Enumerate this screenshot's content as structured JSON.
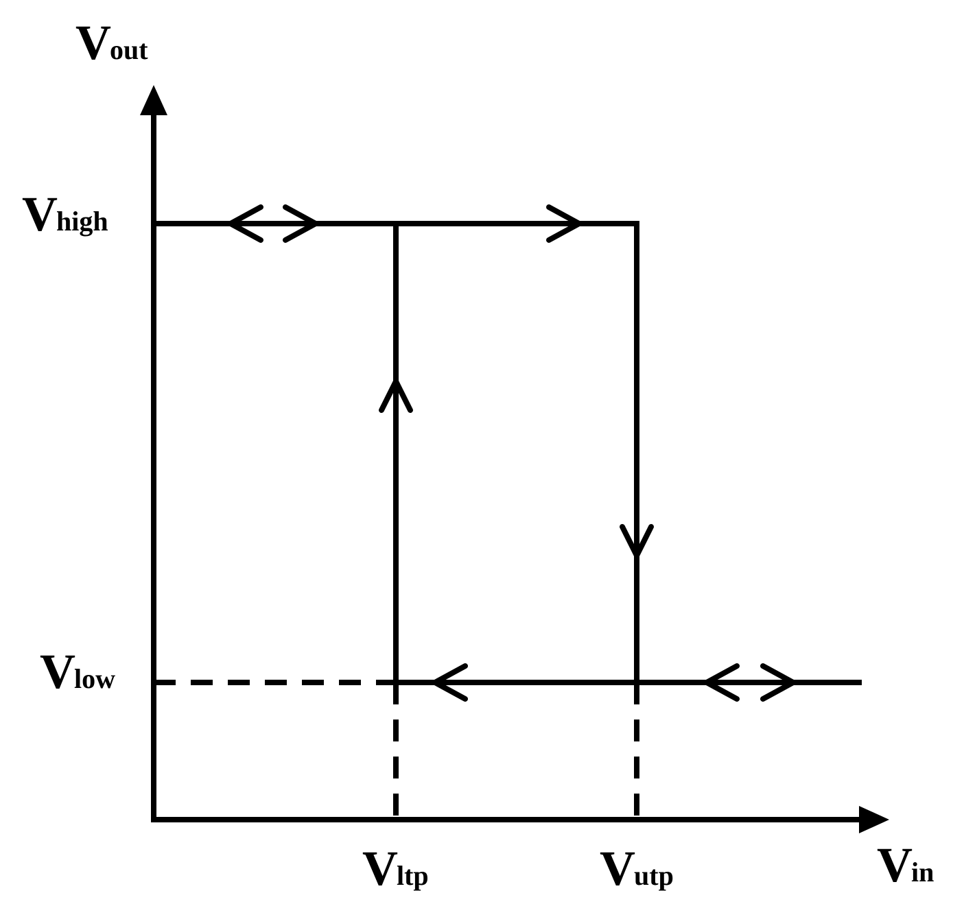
{
  "labels": {
    "y_axis": {
      "main": "V",
      "sub": "out"
    },
    "x_axis": {
      "main": "V",
      "sub": "in"
    },
    "high": {
      "main": "V",
      "sub": "high"
    },
    "low": {
      "main": "V",
      "sub": "low"
    },
    "ltp": {
      "main": "V",
      "sub": "ltp"
    },
    "utp": {
      "main": "V",
      "sub": "utp"
    }
  },
  "colors": {
    "stroke": "#000000",
    "background": "#ffffff"
  }
}
